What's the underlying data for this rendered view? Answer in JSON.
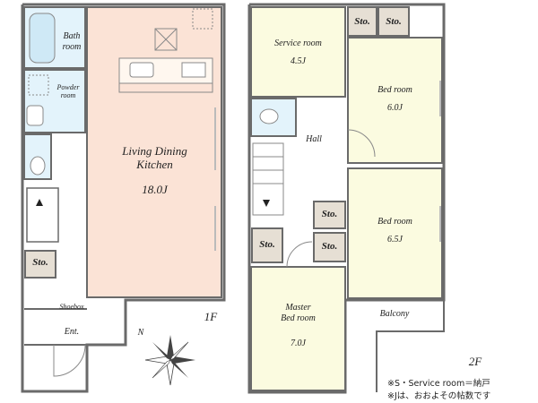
{
  "floor1": {
    "label": "1F",
    "bath": "Bath\nroom",
    "powder": "Powder\nroom",
    "ldk_name": "Living Dining\nKitchen",
    "ldk_size": "18.0J",
    "sto": "Sto.",
    "shoebox": "Shoebox",
    "ent": "Ent."
  },
  "floor2": {
    "label": "2F",
    "service_name": "Service room",
    "service_size": "4.5J",
    "bed1_name": "Bed room",
    "bed1_size": "6.0J",
    "hall": "Hall",
    "bed2_name": "Bed room",
    "bed2_size": "6.5J",
    "master_name": "Master\nBed room",
    "master_size": "7.0J",
    "balcony": "Balcony",
    "sto": "Sto."
  },
  "compass": "N",
  "notes": [
    "※S・Service room＝納戸",
    "※Jは、おおよその帖数です"
  ],
  "colors": {
    "ldk": "#fbe3d6",
    "room": "#fbfbe0",
    "wet": "#e3f3fb",
    "storage": "#e6dfd4",
    "wall": "#6a6a6a"
  }
}
